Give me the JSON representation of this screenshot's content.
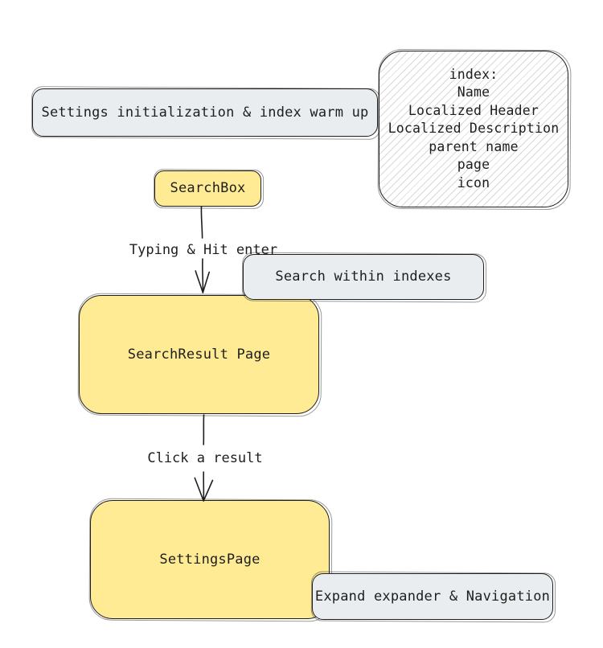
{
  "diagram": {
    "title_hint": "settings search flow",
    "colors": {
      "ink": "#1e1e1e",
      "label_box_fill": "#e9edf0",
      "process_box_fill": "#ffeb94",
      "note_hatch_line": "#d8d8d8",
      "background": "#ffffff"
    },
    "nodes": {
      "settings_init": {
        "label": "Settings initialization & index warm up"
      },
      "index_note": {
        "lines": [
          "index:",
          "Name",
          "Localized Header",
          "Localized Description",
          "parent name",
          "page",
          "icon"
        ]
      },
      "search_box": {
        "label": "SearchBox"
      },
      "search_within": {
        "label": "Search within indexes"
      },
      "search_result": {
        "label": "SearchResult Page"
      },
      "settings_page": {
        "label": "SettingsPage"
      },
      "expand_nav": {
        "label": "Expand expander & Navigation"
      }
    },
    "edges": {
      "typing": {
        "label": "Typing & Hit enter"
      },
      "click": {
        "label": "Click a result"
      }
    }
  }
}
